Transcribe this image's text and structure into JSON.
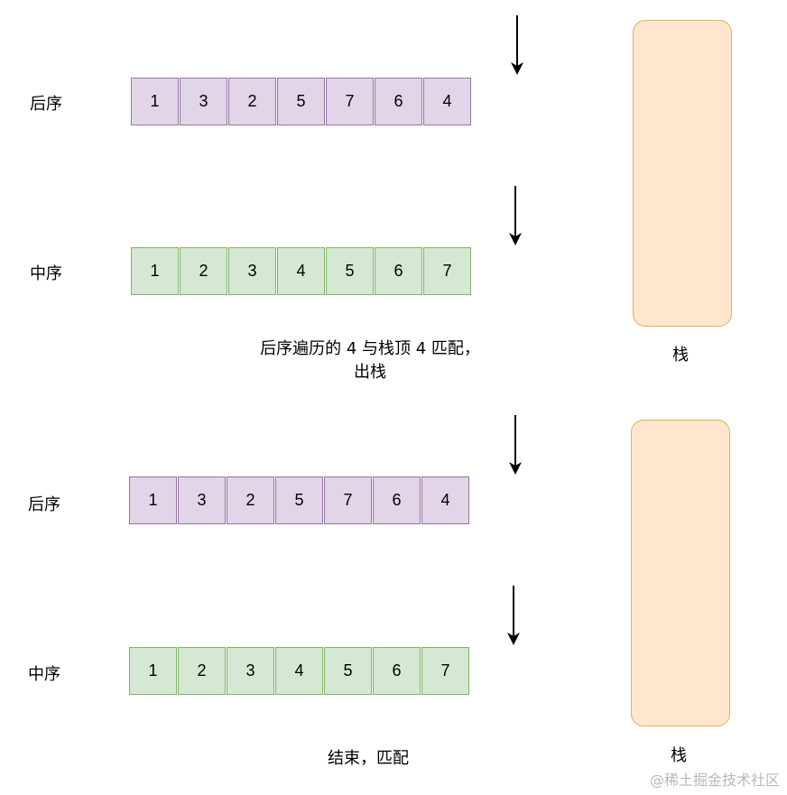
{
  "panels": [
    {
      "postorder_label": "后序",
      "postorder": [
        "1",
        "3",
        "2",
        "5",
        "7",
        "6",
        "4"
      ],
      "inorder_label": "中序",
      "inorder": [
        "1",
        "2",
        "3",
        "4",
        "5",
        "6",
        "7"
      ],
      "caption_line1": "后序遍历的 4 与栈顶 4 匹配，",
      "caption_line2": "出栈",
      "stack_label": "栈"
    },
    {
      "postorder_label": "后序",
      "postorder": [
        "1",
        "3",
        "2",
        "5",
        "7",
        "6",
        "4"
      ],
      "inorder_label": "中序",
      "inorder": [
        "1",
        "2",
        "3",
        "4",
        "5",
        "6",
        "7"
      ],
      "caption_line1": "结束，匹配",
      "caption_line2": "",
      "stack_label": "栈"
    }
  ],
  "watermark": "@稀土掘金技术社区",
  "colors": {
    "postorder_fill": "#e1d5e7",
    "postorder_stroke": "#9673a6",
    "inorder_fill": "#d5e8d4",
    "inorder_stroke": "#82b366",
    "stack_fill": "#ffe6cc",
    "stack_stroke": "#d6b656"
  }
}
